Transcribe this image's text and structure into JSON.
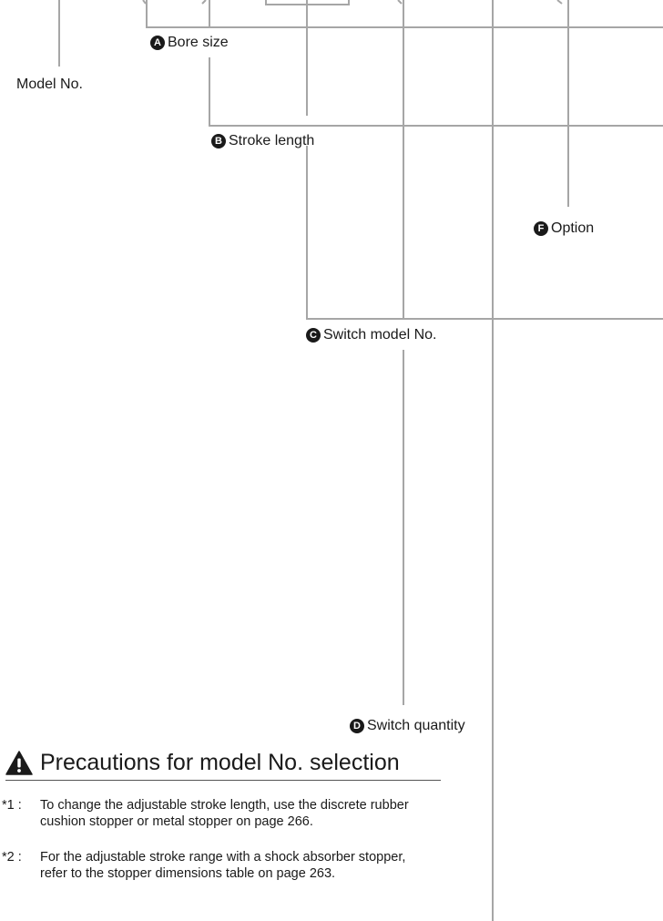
{
  "labels": {
    "model_no": "Model No.",
    "a": {
      "badge": "A",
      "text": "Bore size"
    },
    "b": {
      "badge": "B",
      "text": "Stroke length"
    },
    "c": {
      "badge": "C",
      "text": "Switch model No."
    },
    "d": {
      "badge": "D",
      "text": "Switch quantity"
    },
    "f": {
      "badge": "F",
      "text": "Option"
    }
  },
  "precautions": {
    "title": "Precautions for model No. selection",
    "notes": [
      {
        "marker": "*1 :",
        "text": "To change the adjustable stroke length, use the discrete rubber cushion stopper or metal stopper on page 266."
      },
      {
        "marker": "*2 :",
        "text": "For the adjustable stroke range with a shock absorber stopper, refer to the stopper dimensions table on page 263."
      }
    ]
  },
  "colors": {
    "line": "#a6a6a6",
    "text": "#1a1a1a",
    "badge": "#1a1a1a"
  }
}
